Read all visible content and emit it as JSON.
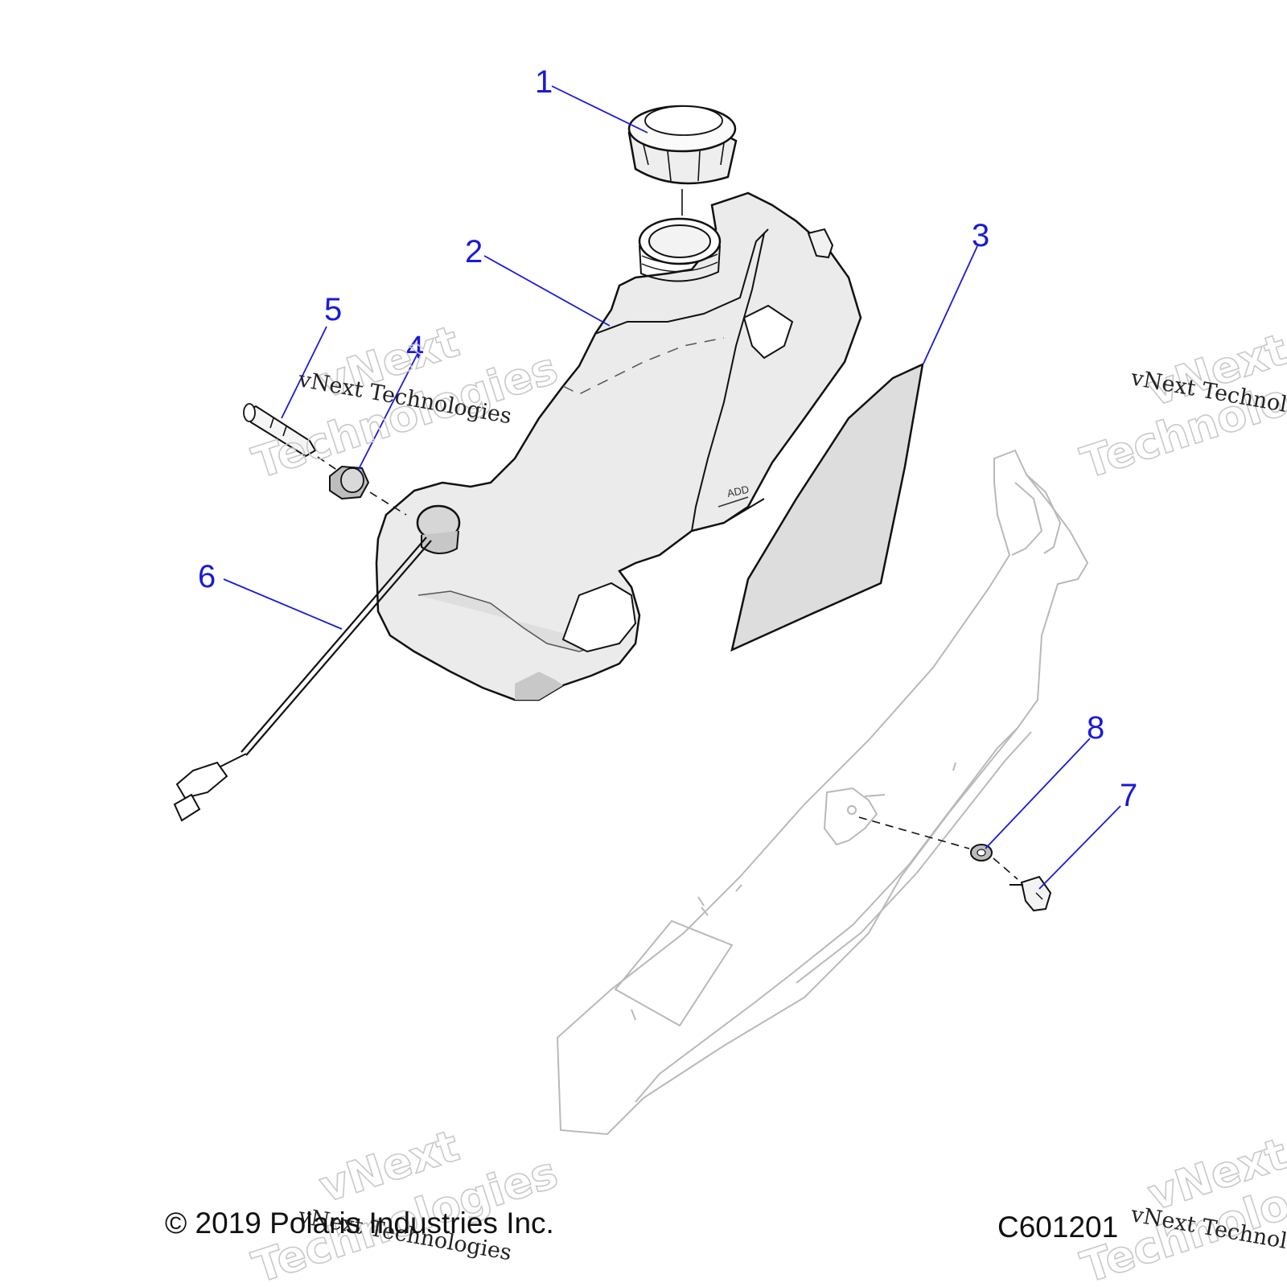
{
  "callouts": [
    {
      "label": "1"
    },
    {
      "label": "2"
    },
    {
      "label": "3"
    },
    {
      "label": "4"
    },
    {
      "label": "5"
    },
    {
      "label": "6"
    },
    {
      "label": "7"
    },
    {
      "label": "8"
    }
  ],
  "tank_marking": "ADD",
  "watermark": {
    "line1": "vNext Technologies",
    "word1": "vNext",
    "word2": "Technologies"
  },
  "footer": {
    "copyright": "© 2019 Polaris Industries Inc.",
    "code": "C601201"
  },
  "colors": {
    "callout": "#1a1ad6",
    "tank_shade": "#e6e6e6",
    "panel_stroke": "#bdbdbd"
  }
}
